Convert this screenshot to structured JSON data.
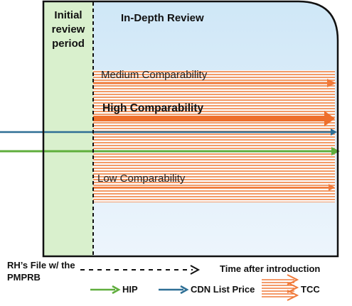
{
  "phases": {
    "initial": "Initial review period",
    "in_depth": "In-Depth Review"
  },
  "bands": {
    "medium": "Medium Comparability",
    "high": "High Comparability",
    "low": "Low Comparability"
  },
  "legend": {
    "file_label": "RH’s File w/ the PMPRB",
    "time_label": "Time after introduction",
    "hip": "HIP",
    "cdn": "CDN List Price",
    "tcc": "TCC"
  },
  "colors": {
    "initial_fill": "#d9f0cd",
    "initial_border": "#7fbf5e",
    "review_fill_top": "#cfe7f7",
    "review_fill_bottom": "#eaf4fc",
    "tcc_orange": "#f07a3a",
    "hip_green": "#5fae3c",
    "cdn_blue": "#2e6f95",
    "frame": "#111111"
  }
}
